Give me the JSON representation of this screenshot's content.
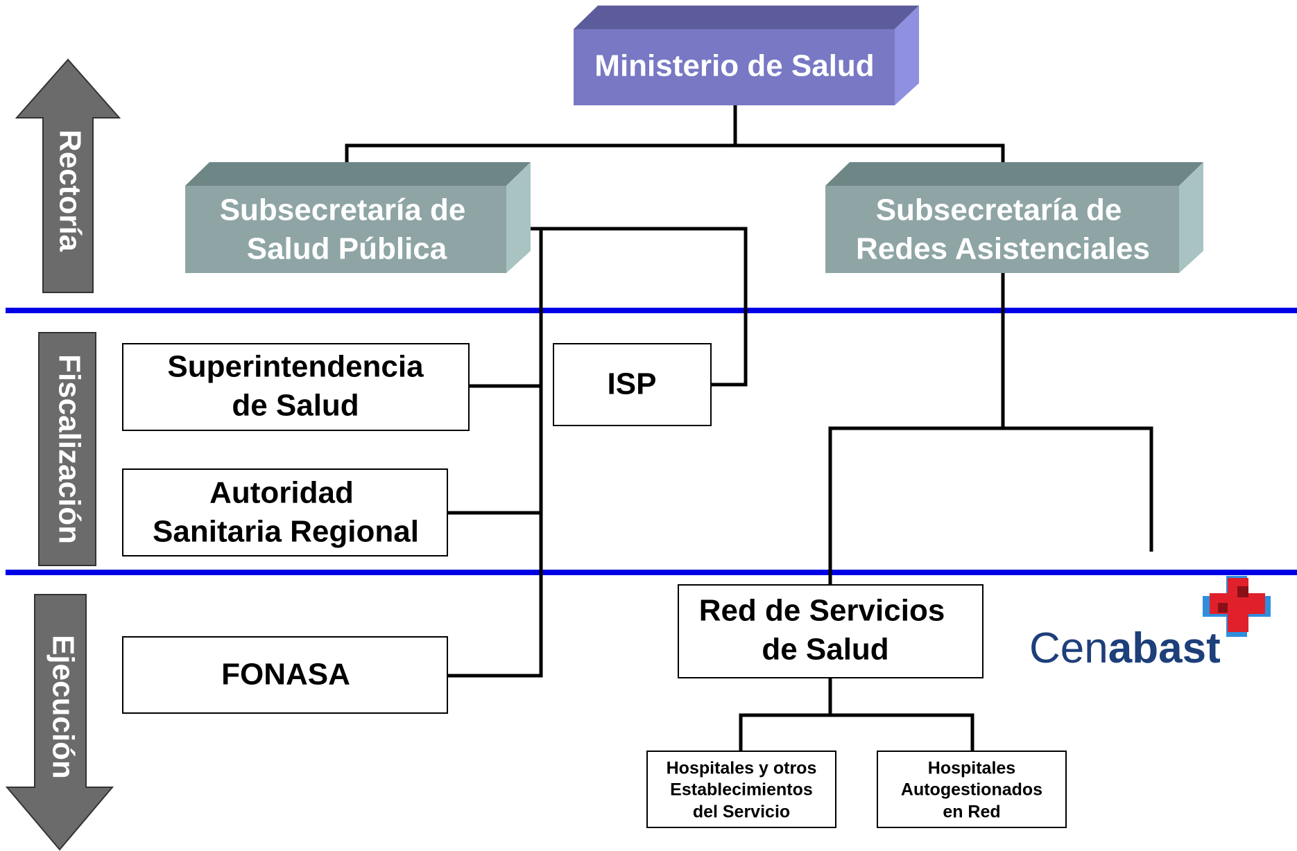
{
  "colors": {
    "ministry_front": "#7878c4",
    "ministry_top": "#5c5c9c",
    "ministry_side": "#9090e0",
    "subsec_front": "#8fa5a5",
    "subsec_top": "#6f8686",
    "subsec_side": "#a9c3c3",
    "subsec_text": "#ffffff",
    "band_line": "#0000e6",
    "arrow_fill": "#6b6b6b",
    "connector": "#000000",
    "cenabast_blue": "#1d3f7a",
    "cenabast_red": "#e0202a",
    "cenabast_light_blue": "#2f8fdd"
  },
  "side_labels": {
    "rectoria": "Rectoría",
    "fiscalizacion": "Fiscalización",
    "ejecucion": "Ejecución"
  },
  "boxes": {
    "ministerio": "Ministerio de Salud",
    "subsec_salud_publica": {
      "line1": "Subsecretaría de",
      "line2": "Salud Pública"
    },
    "subsec_redes": {
      "line1": "Subsecretaría de",
      "line2": "Redes Asistenciales"
    },
    "superintendencia": {
      "line1": "Superintendencia",
      "line2": "de Salud"
    },
    "isp": "ISP",
    "autoridad": {
      "line1": "Autoridad",
      "line2": "Sanitaria Regional"
    },
    "fonasa": "FONASA",
    "red_servicios": {
      "line1": "Red de Servicios",
      "line2": "de Salud"
    },
    "hospitales_otros": {
      "line1": "Hospitales y otros",
      "line2": "Establecimientos",
      "line3": "del Servicio"
    },
    "hospitales_autogestionados": {
      "line1": "Hospitales",
      "line2": "Autogestionados",
      "line3": "en Red"
    }
  },
  "logo": {
    "cenabast_part1": "Cen",
    "cenabast_part2": "abast",
    "icon": "red-cross-logo-icon"
  }
}
